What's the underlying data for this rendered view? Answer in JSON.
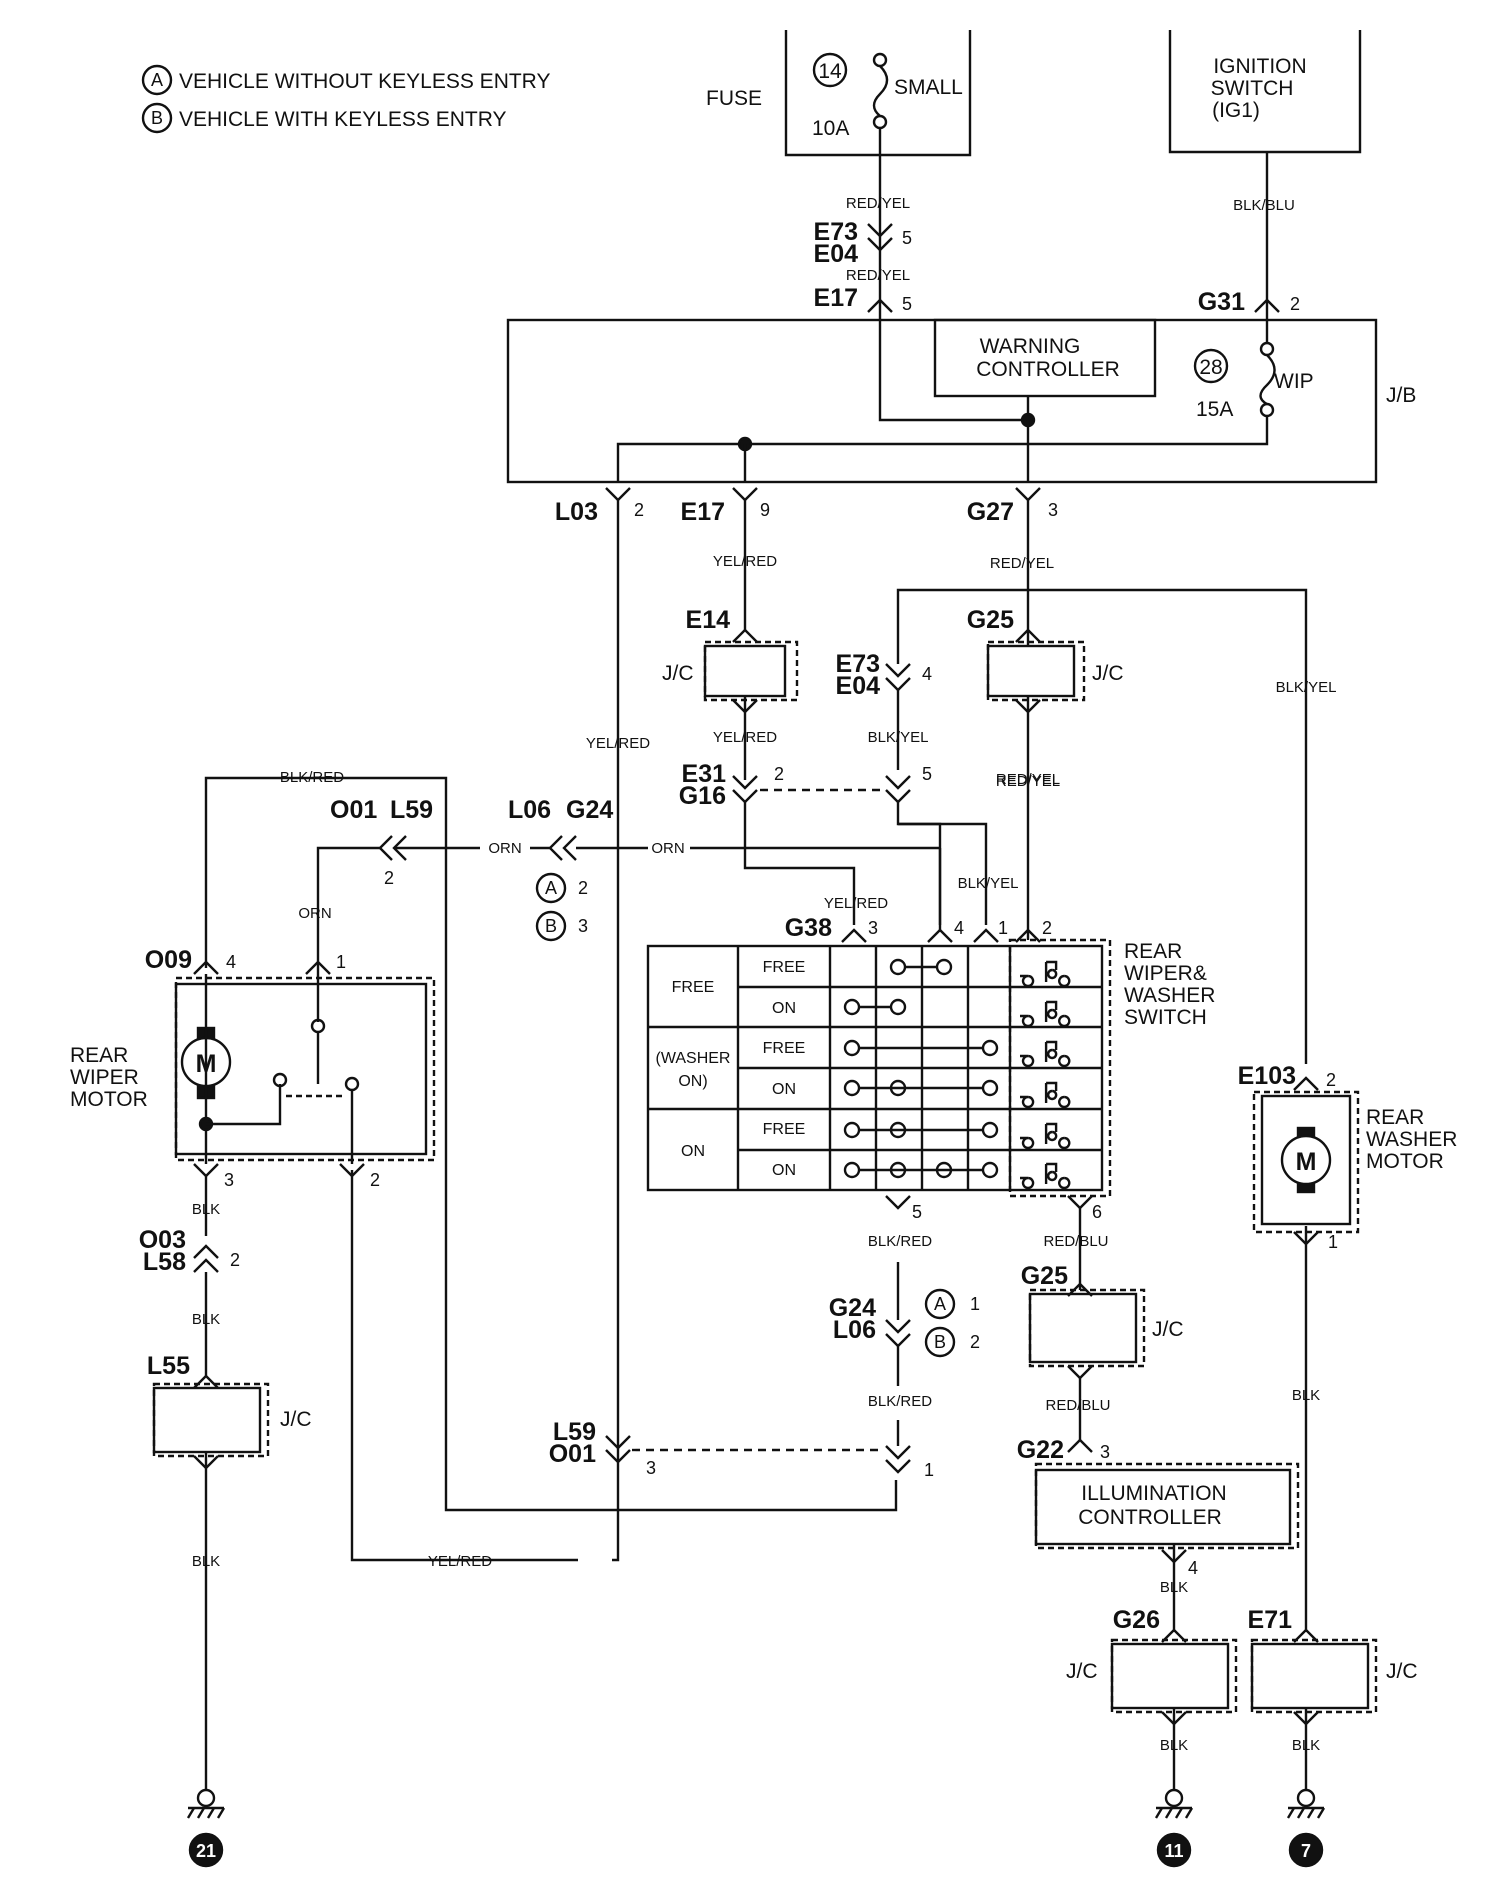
{
  "legend": {
    "a": {
      "letter": "A",
      "text": "VEHICLE WITHOUT KEYLESS ENTRY"
    },
    "b": {
      "letter": "B",
      "text": "VEHICLE WITH KEYLESS ENTRY"
    }
  },
  "fuse": {
    "label": "FUSE",
    "number": "14",
    "name": "SMALL",
    "rating": "10A"
  },
  "ignition": {
    "line1": "IGNITION",
    "line2": "SWITCH",
    "line3": "(IG1)"
  },
  "jb": {
    "label": "J/B",
    "warning_line1": "WARNING",
    "warning_line2": "CONTROLLER",
    "fuse_number": "28",
    "fuse_name": "WIP",
    "fuse_rating": "15A"
  },
  "connectors": {
    "e73": "E73",
    "e04": "E04",
    "e17": "E17",
    "g31": "G31",
    "l03": "L03",
    "g27": "G27",
    "e14": "E14",
    "g25": "G25",
    "e31": "E31",
    "g16": "G16",
    "o01": "O01",
    "l59": "L59",
    "l06": "L06",
    "g24": "G24",
    "g38": "G38",
    "o09": "O09",
    "o03": "O03",
    "l58": "L58",
    "l55": "L55",
    "e103": "E103",
    "g22": "G22",
    "g26": "G26",
    "e71": "E71"
  },
  "pins": {
    "p1": "1",
    "p2": "2",
    "p3": "3",
    "p4": "4",
    "p5": "5",
    "p6": "6",
    "p9": "9"
  },
  "wires": {
    "red_yel": "RED/YEL",
    "blk_blu": "BLK/BLU",
    "yel_red": "YEL/RED",
    "blk_yel": "BLK/YEL",
    "blk_red": "BLK/RED",
    "orn": "ORN",
    "blk": "BLK",
    "red_blu": "RED/BLU"
  },
  "jc": "J/C",
  "switch_table": {
    "title_line1": "REAR",
    "title_line2": "WIPER&",
    "title_line3": "WASHER",
    "title_line4": "SWITCH",
    "row_free": "FREE",
    "row_washer_line1": "(WASHER",
    "row_washer_line2": "ON)",
    "row_on": "ON",
    "sub_free": "FREE",
    "sub_on": "ON"
  },
  "wiper_motor": {
    "line1": "REAR",
    "line2": "WIPER",
    "line3": "MOTOR",
    "symbol": "M"
  },
  "washer_motor": {
    "line1": "REAR",
    "line2": "WASHER",
    "line3": "MOTOR",
    "symbol": "M"
  },
  "illumination": {
    "line1": "ILLUMINATION",
    "line2": "CONTROLLER"
  },
  "grounds": {
    "g21": "21",
    "g11": "11",
    "g7": "7"
  }
}
